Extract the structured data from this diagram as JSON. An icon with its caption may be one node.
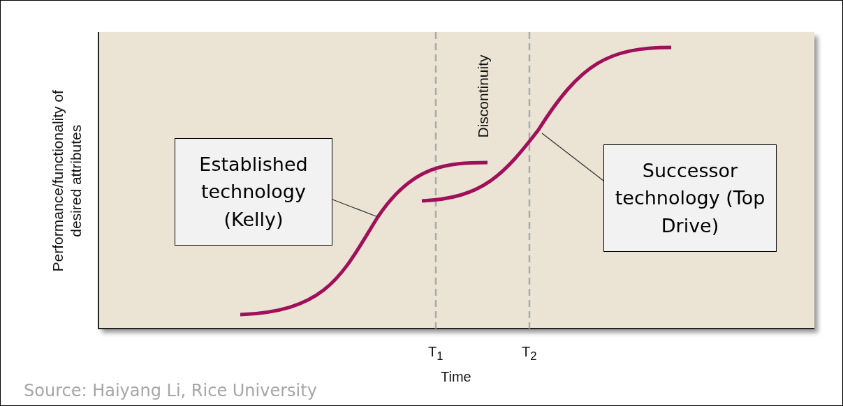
{
  "diagram": {
    "nodes": [
      {
        "text": [
          "Established technology (Kelly)"
        ]
      },
      {
        "text": [],
        "shape": "curve"
      },
      {
        "text": [
          "Successor technology (Top Drive)"
        ]
      },
      {
        "text": [],
        "shape": "curve"
      }
    ],
    "edges": [
      {
        "from": 0,
        "to": 1,
        "arrow": "none"
      },
      {
        "from": 2,
        "to": 3,
        "arrow": "none"
      }
    ],
    "labels": [
      "Performance/functionality of desired attributes",
      "Discontinuity",
      "T$_{1}$",
      "T$_{2}$",
      "Time",
      "Source: Haiyang Li, Rice University"
    ]
  }
}
